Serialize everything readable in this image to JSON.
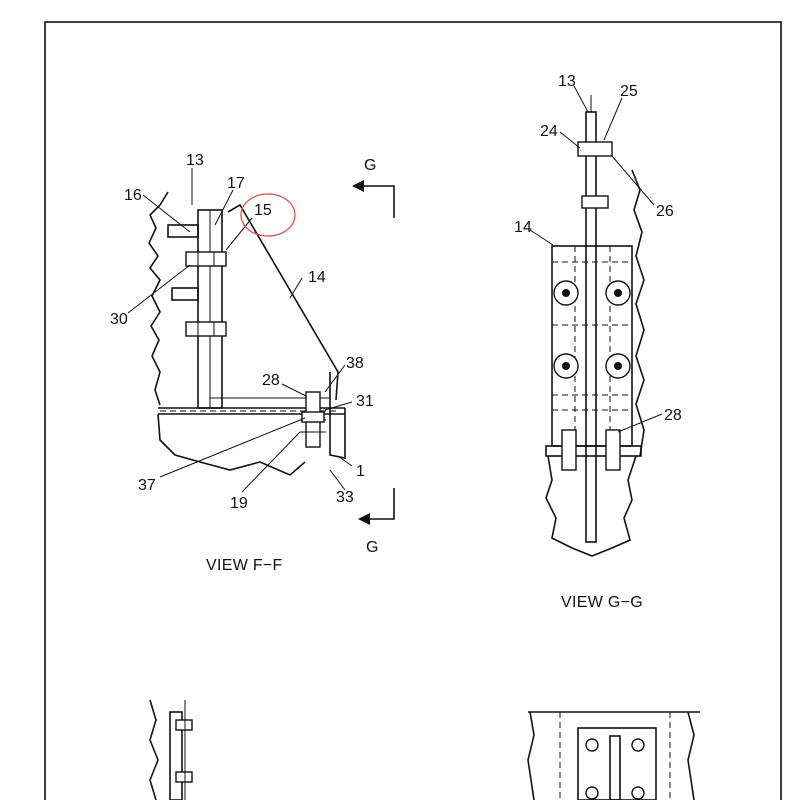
{
  "views": {
    "ff": {
      "caption": "VIEW F−F",
      "section_marks": [
        "G",
        "G"
      ],
      "callouts": {
        "c13": "13",
        "c16": "16",
        "c17": "17",
        "c15": "15",
        "c14": "14",
        "c30": "30",
        "c38": "38",
        "c28": "28",
        "c31": "31",
        "c37": "37",
        "c19": "19",
        "c1": "1",
        "c33": "33"
      },
      "highlight_color": "#d9534f"
    },
    "gg": {
      "caption": "VIEW G−G",
      "callouts": {
        "c13": "13",
        "c25": "25",
        "c24": "24",
        "c26": "26",
        "c14": "14",
        "c28": "28"
      }
    }
  },
  "icons": [
    "section-arrow-icon"
  ]
}
